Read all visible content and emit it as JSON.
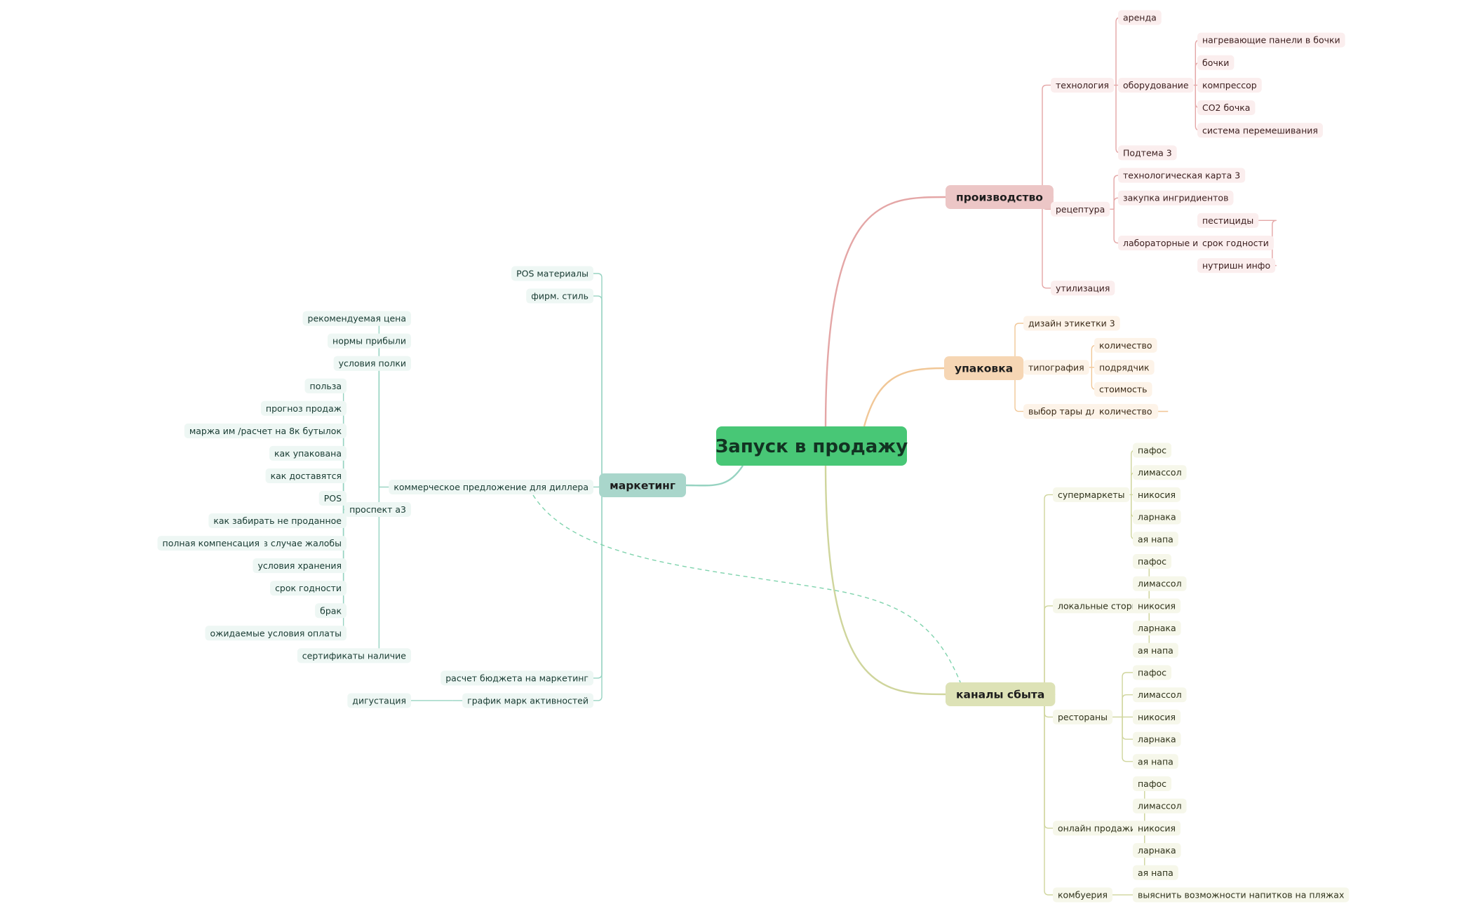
{
  "root": {
    "label": "Запуск в продажу",
    "color": "#48c776"
  },
  "branches": [
    {
      "id": "production",
      "label": "производство",
      "fill": "#ecc6c6",
      "line": "#e4a6a6",
      "chip": "#fbeeee",
      "text": "#3a1d1d",
      "children": [
        {
          "label": "технология",
          "children": [
            {
              "label": "аренда"
            },
            {
              "label": "оборудование",
              "children": [
                {
                  "label": "нагревающие панели в бочки"
                },
                {
                  "label": "бочки"
                },
                {
                  "label": "компрессор"
                },
                {
                  "label": "СО2 бочка"
                },
                {
                  "label": "система перемешивания"
                }
              ]
            },
            {
              "label": "Подтема 3"
            }
          ]
        },
        {
          "label": "рецептура",
          "children": [
            {
              "label": "технологическая карта 3"
            },
            {
              "label": "закупка ингридиентов"
            },
            {
              "label": "лабораторные исследования",
              "children": [
                {
                  "label": "пестициды"
                },
                {
                  "label": "срок годности"
                },
                {
                  "label": "нутришн инфо"
                }
              ]
            }
          ]
        },
        {
          "label": "утилизация"
        }
      ]
    },
    {
      "id": "packaging",
      "label": "упаковка",
      "fill": "#f6d6b4",
      "line": "#f1c797",
      "chip": "#fdf3e8",
      "text": "#3a2a17",
      "children": [
        {
          "label": "дизайн этикетки 3"
        },
        {
          "label": "типография",
          "children": [
            {
              "label": "количество"
            },
            {
              "label": "подрядчик"
            },
            {
              "label": "стоимость"
            }
          ]
        },
        {
          "label": "выбор тары для перевозки",
          "children": [
            {
              "label": "количество"
            }
          ]
        }
      ]
    },
    {
      "id": "channels",
      "label": "каналы сбыта",
      "fill": "#dde2b6",
      "line": "#cfd59c",
      "chip": "#f6f7ea",
      "text": "#2f321a",
      "children": [
        {
          "label": "супермаркеты",
          "children": [
            {
              "label": "пафос"
            },
            {
              "label": "лимассол"
            },
            {
              "label": "никосия"
            },
            {
              "label": "ларнака"
            },
            {
              "label": "ая напа"
            }
          ]
        },
        {
          "label": "локальные сторы",
          "children": [
            {
              "label": "пафос"
            },
            {
              "label": "лимассол"
            },
            {
              "label": "никосия"
            },
            {
              "label": "ларнака"
            },
            {
              "label": "ая напа"
            }
          ]
        },
        {
          "label": "рестораны",
          "children": [
            {
              "label": "пафос"
            },
            {
              "label": "лимассол"
            },
            {
              "label": "никосия"
            },
            {
              "label": "ларнака"
            },
            {
              "label": "ая напа"
            }
          ]
        },
        {
          "label": "онлайн продажи",
          "children": [
            {
              "label": "пафос"
            },
            {
              "label": "лимассол"
            },
            {
              "label": "никосия"
            },
            {
              "label": "ларнака"
            },
            {
              "label": "ая напа"
            }
          ]
        },
        {
          "label": "комбуерия",
          "children": [
            {
              "label": "выяснить возможности напитков на пляжах"
            }
          ]
        }
      ]
    },
    {
      "id": "marketing",
      "label": "маркетинг",
      "fill": "#a9d6cb",
      "line": "#96d3c1",
      "chip": "#eef7f4",
      "text": "#173a31",
      "children": [
        {
          "label": "POS материалы"
        },
        {
          "label": "фирм. стиль"
        },
        {
          "label": "коммерческое предложение для диллера",
          "children": [
            {
              "label": "рекомендуемая цена"
            },
            {
              "label": "нормы прибыли"
            },
            {
              "label": "условия полки"
            },
            {
              "label": "проспект а3",
              "children": [
                {
                  "label": "польза"
                },
                {
                  "label": "прогноз продаж"
                },
                {
                  "label": "маржа им /расчет на 8к бутылок"
                },
                {
                  "label": "как упакована"
                },
                {
                  "label": "как доставятся"
                },
                {
                  "label": "POS"
                },
                {
                  "label": "как забирать не проданное"
                },
                {
                  "label": "в случае жалобы",
                  "children": [
                    {
                      "label": "полная компенсация"
                    }
                  ]
                },
                {
                  "label": "условия хранения"
                },
                {
                  "label": "срок годности"
                },
                {
                  "label": "брак"
                },
                {
                  "label": "ожидаемые условия оплаты"
                }
              ]
            },
            {
              "label": "сертификаты наличие"
            }
          ]
        },
        {
          "label": "расчет бюджета на маркетинг"
        },
        {
          "label": "график марк активностей",
          "children": [
            {
              "label": "дигустация"
            }
          ]
        }
      ]
    }
  ]
}
